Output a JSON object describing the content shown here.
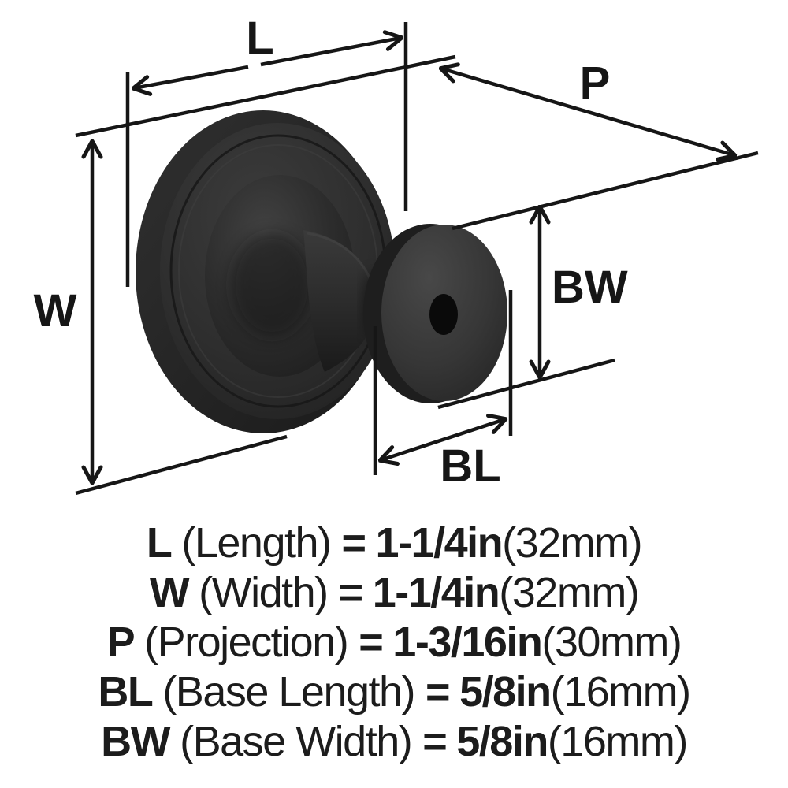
{
  "diagram": {
    "product": "round cabinet knob, matte black, three-quarter view",
    "labels": {
      "length": "L",
      "width": "W",
      "projection": "P",
      "base_width": "BW",
      "base_length": "BL"
    },
    "colors": {
      "background": "#ffffff",
      "line": "#161616",
      "knob_body": "#2e2e2e",
      "knob_highlight": "#474747",
      "knob_shadow": "#141414"
    }
  },
  "specs": [
    {
      "abbr": "L",
      "name": "(Length)",
      "eq": "=",
      "value": "1-1/4in",
      "metric": "(32mm)"
    },
    {
      "abbr": "W",
      "name": "(Width)",
      "eq": "=",
      "value": "1-1/4in",
      "metric": "(32mm)"
    },
    {
      "abbr": "P",
      "name": "(Projection)",
      "eq": "=",
      "value": "1-3/16in",
      "metric": "(30mm)"
    },
    {
      "abbr": "BL",
      "name": "(Base Length)",
      "eq": "=",
      "value": "5/8in",
      "metric": "(16mm)"
    },
    {
      "abbr": "BW",
      "name": "(Base Width)",
      "eq": "=",
      "value": "5/8in",
      "metric": "(16mm)"
    }
  ]
}
